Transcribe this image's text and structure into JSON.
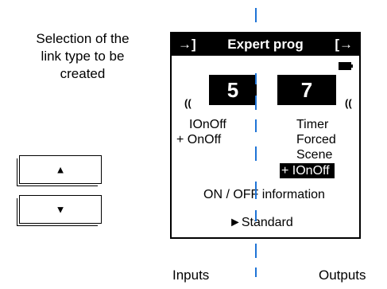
{
  "caption": {
    "lines": [
      "Selection of the",
      "link type to be",
      "created"
    ]
  },
  "keys": {
    "up_glyph": "▲",
    "down_glyph": "▼"
  },
  "screen": {
    "left_icon": "→]",
    "title": "Expert prog",
    "right_icon": "[→",
    "input_number": "5",
    "output_number": "7",
    "wave_glyph": "((",
    "input_types": [
      "IOnOff",
      "+ OnOff"
    ],
    "output_types": [
      "Timer",
      "Forced",
      "Scene"
    ],
    "selected_output": "+ IOnOff",
    "info": "ON / OFF information",
    "mode": "►Standard"
  },
  "labels": {
    "inputs": "Inputs",
    "outputs": "Outputs"
  },
  "colors": {
    "divider": "#1f74d6",
    "screen_bg": "#ffffff",
    "title_bg": "#000000"
  },
  "icons": [
    "enter-icon",
    "exit-icon",
    "battery-icon",
    "signal-left-icon",
    "signal-right-icon",
    "up-arrow-icon",
    "down-arrow-icon"
  ]
}
